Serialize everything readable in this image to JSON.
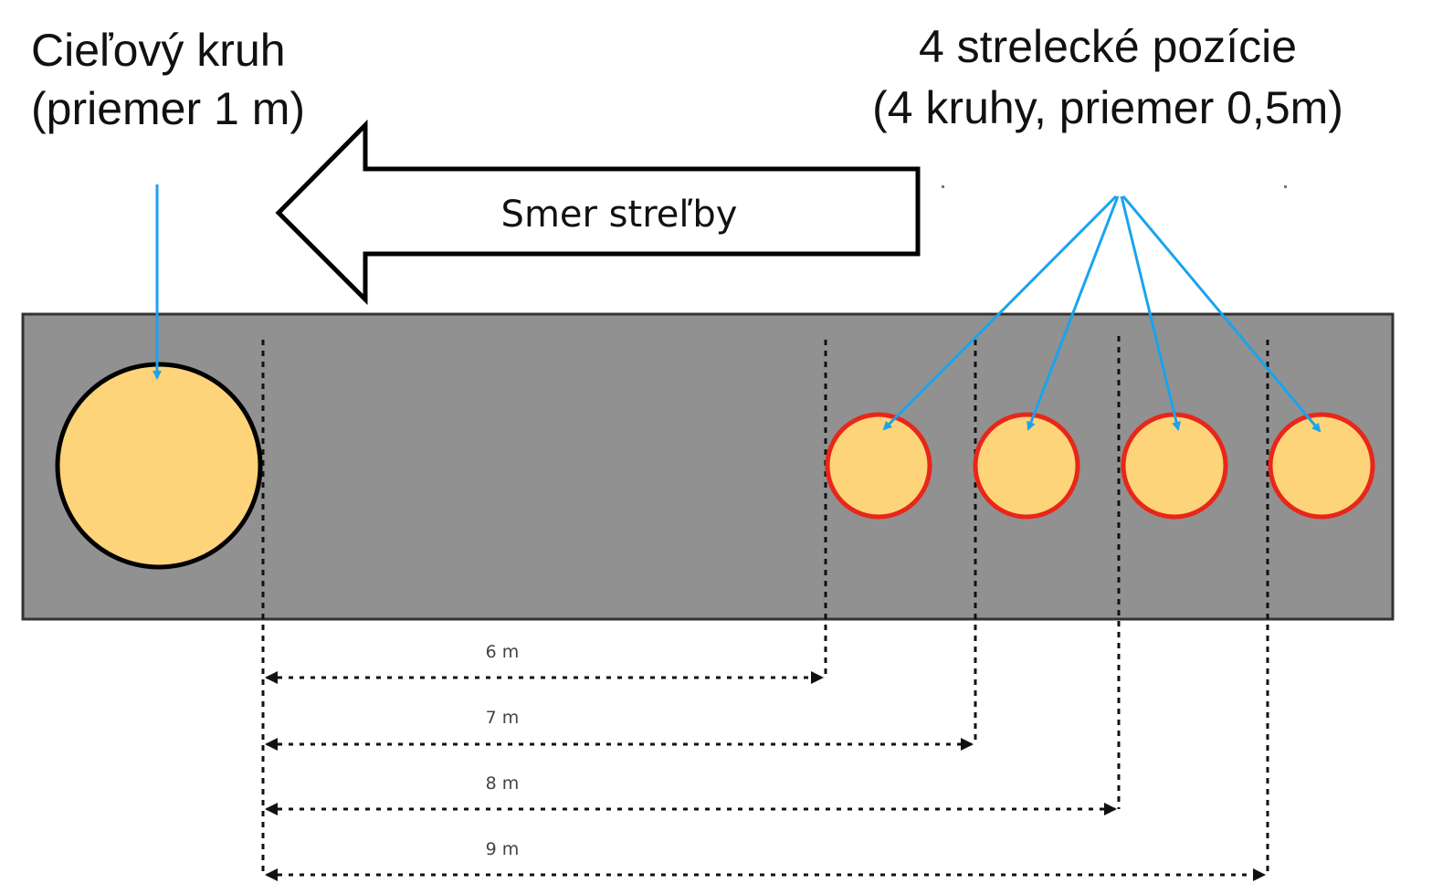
{
  "target": {
    "label_line1": "Cieľový kruh",
    "label_line2": "(priemer 1 m)",
    "diameter_m": 1
  },
  "positions": {
    "label_line1": "4 strelecké pozície",
    "label_line2": "(4 kruhy, priemer 0,5m)",
    "count": 4,
    "diameter_m": 0.5
  },
  "direction": {
    "label": "Smer streľby"
  },
  "distances": [
    {
      "label": "6 m",
      "value_m": 6
    },
    {
      "label": "7 m",
      "value_m": 7
    },
    {
      "label": "8 m",
      "value_m": 8
    },
    {
      "label": "9 m",
      "value_m": 9
    }
  ],
  "colors": {
    "field": "#919191",
    "circle_fill": "#FDD479",
    "target_stroke": "#000000",
    "position_stroke": "#E8261A",
    "pointer": "#1AA3EE"
  }
}
